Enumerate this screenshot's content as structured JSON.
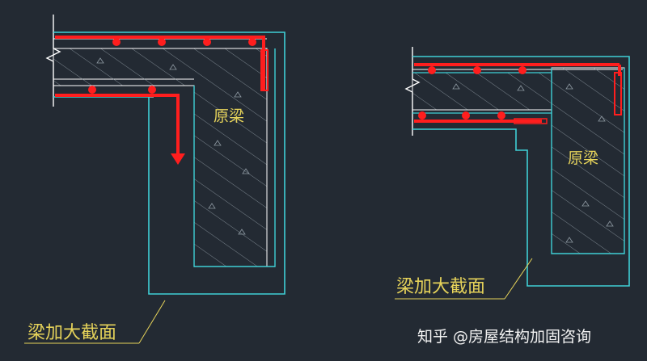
{
  "left_detail": {
    "original_beam_label": "原梁",
    "enlarged_section_label": "梁加大截面"
  },
  "right_detail": {
    "original_beam_label": "原梁",
    "enlarged_section_label": "梁加大截面"
  },
  "watermark": "知乎 @房屋结构加固咨询",
  "colors": {
    "background": "#232a33",
    "new_concrete_outline": "#3fd0d6",
    "rebar": "#ff1e1e",
    "label_text": "#e6d35a",
    "hatch": "#8f9aa3"
  }
}
